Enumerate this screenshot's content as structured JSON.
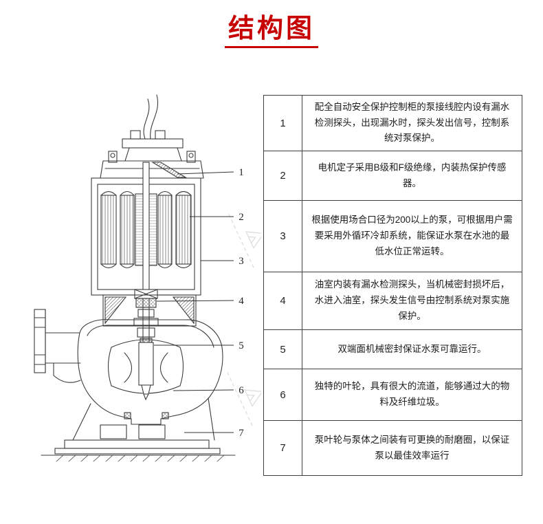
{
  "title": "结构图",
  "diagram": {
    "labels": [
      "1",
      "2",
      "3",
      "4",
      "5",
      "6",
      "7"
    ]
  },
  "table": {
    "rows": [
      {
        "num": "1",
        "desc": "配全自动安全保护控制柜的泵接线腔内设有漏水检测探头，出现漏水时，探头发出信号，控制系统对泵保护。"
      },
      {
        "num": "2",
        "desc": "电机定子采用B级和F级绝缘，内装热保护传感器。"
      },
      {
        "num": "3",
        "desc": "根据使用场合口径为200以上的泵，可根据用户需要采用外循环冷却系统，能保证水泵在水池的最低水位正常运转。"
      },
      {
        "num": "4",
        "desc": "油室内装有漏水检测探头，当机械密封损坏后，水进入油室，探头发生信号由控制系统对泵实施保护。"
      },
      {
        "num": "5",
        "desc": "双端面机械密封保证水泵可靠运行。"
      },
      {
        "num": "6",
        "desc": "独特的叶轮，具有很大的流道，能够通过大的物料及纤维垃圾。"
      },
      {
        "num": "7",
        "desc": "泵叶轮与泵体之间装有可更换的耐磨圈，以保证泵以最佳效率运行"
      }
    ]
  }
}
